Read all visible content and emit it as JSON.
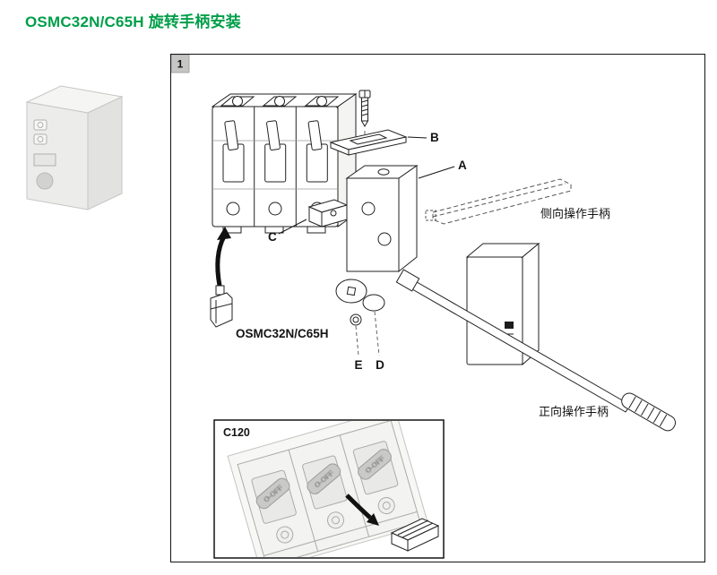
{
  "page": {
    "title": "OSMC32N/C65H 旋转手柄安装"
  },
  "figure": {
    "step": "1",
    "part_labels": {
      "a": "A",
      "b": "B",
      "c": "C",
      "d": "D",
      "e": "E"
    },
    "product_label": "OSMC32N/C65H",
    "side_handle_label": "侧向操作手柄",
    "front_handle_label": "正向操作手柄",
    "inset": {
      "label": "C120",
      "handle_marking": "O-OFF"
    }
  },
  "colors": {
    "title_green": "#009E49",
    "outline": "#1c1c1c",
    "frame_border": "#141414",
    "light_gray": "#ececea"
  }
}
